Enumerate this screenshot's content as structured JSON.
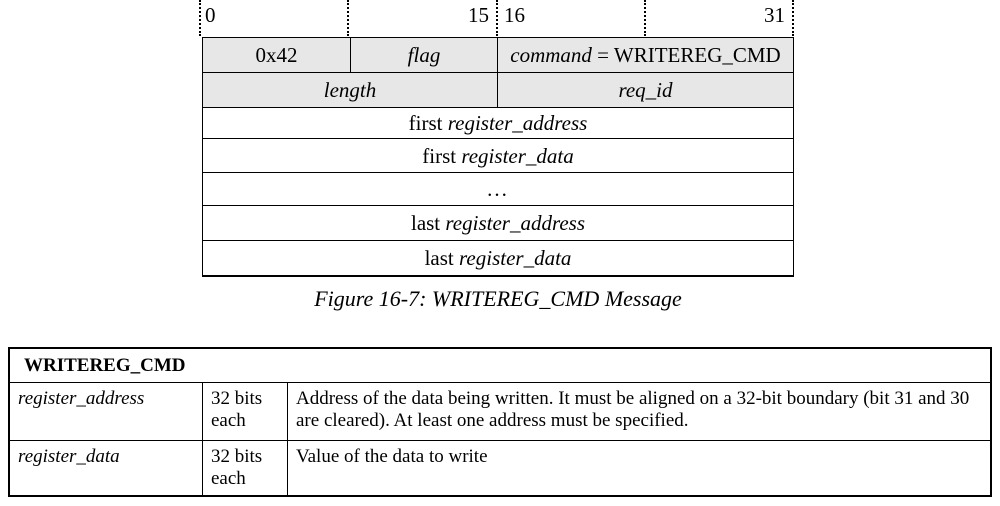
{
  "figure": {
    "bit_ruler": {
      "b0": "0",
      "b15": "15",
      "b16": "16",
      "b31": "31"
    },
    "diagram": {
      "row1": {
        "byte0": "0x42",
        "flag": "flag",
        "command_name": "command",
        "command_value": " = WRITEREG_CMD"
      },
      "row2": {
        "length": "length",
        "req_id": "req_id"
      },
      "word_rows": [
        {
          "prefix": "first ",
          "var": "register_address"
        },
        {
          "prefix": "first ",
          "var": "register_data"
        },
        {
          "prefix": "...",
          "var": ""
        },
        {
          "prefix": "last ",
          "var": "register_address"
        },
        {
          "prefix": "last ",
          "var": "register_data"
        }
      ]
    },
    "caption": "Figure 16-7: WRITEREG_CMD Message"
  },
  "spec_table": {
    "title": "WRITEREG_CMD",
    "rows": [
      {
        "field": "register_address",
        "size": "32 bits each",
        "description": "Address of the data being written. It must be aligned on a 32-bit boundary (bit 31 and 30 are cleared). At least one address must be specified."
      },
      {
        "field": "register_data",
        "size": "32 bits each",
        "description": "Value of the data to write"
      }
    ]
  },
  "colors": {
    "background": "#ffffff",
    "shaded_row": "#e7e7e7",
    "border": "#000000"
  }
}
